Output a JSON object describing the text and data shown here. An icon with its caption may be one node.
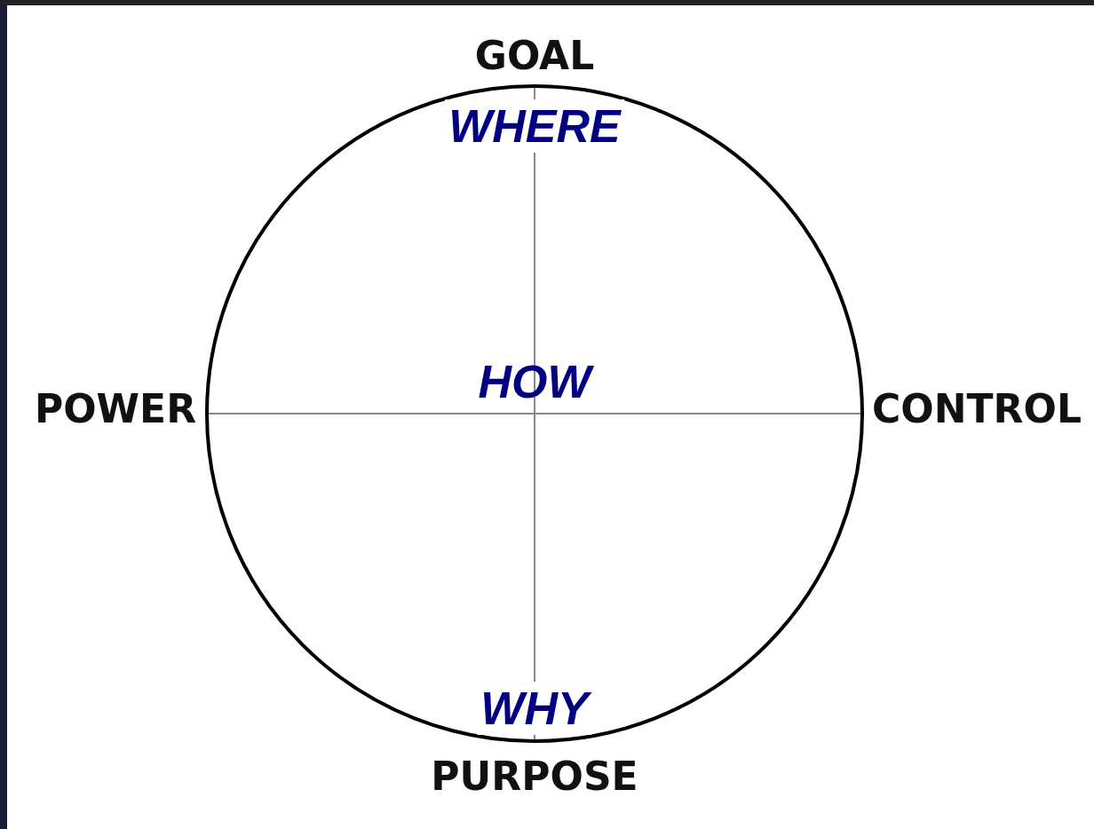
{
  "diagram": {
    "nodes": [
      {
        "text": [
          "WHERE",
          "HOW",
          "WHY"
        ]
      }
    ],
    "labels": [
      "GOAL",
      "POWER",
      "CONTROL",
      "PURPOSE"
    ]
  }
}
